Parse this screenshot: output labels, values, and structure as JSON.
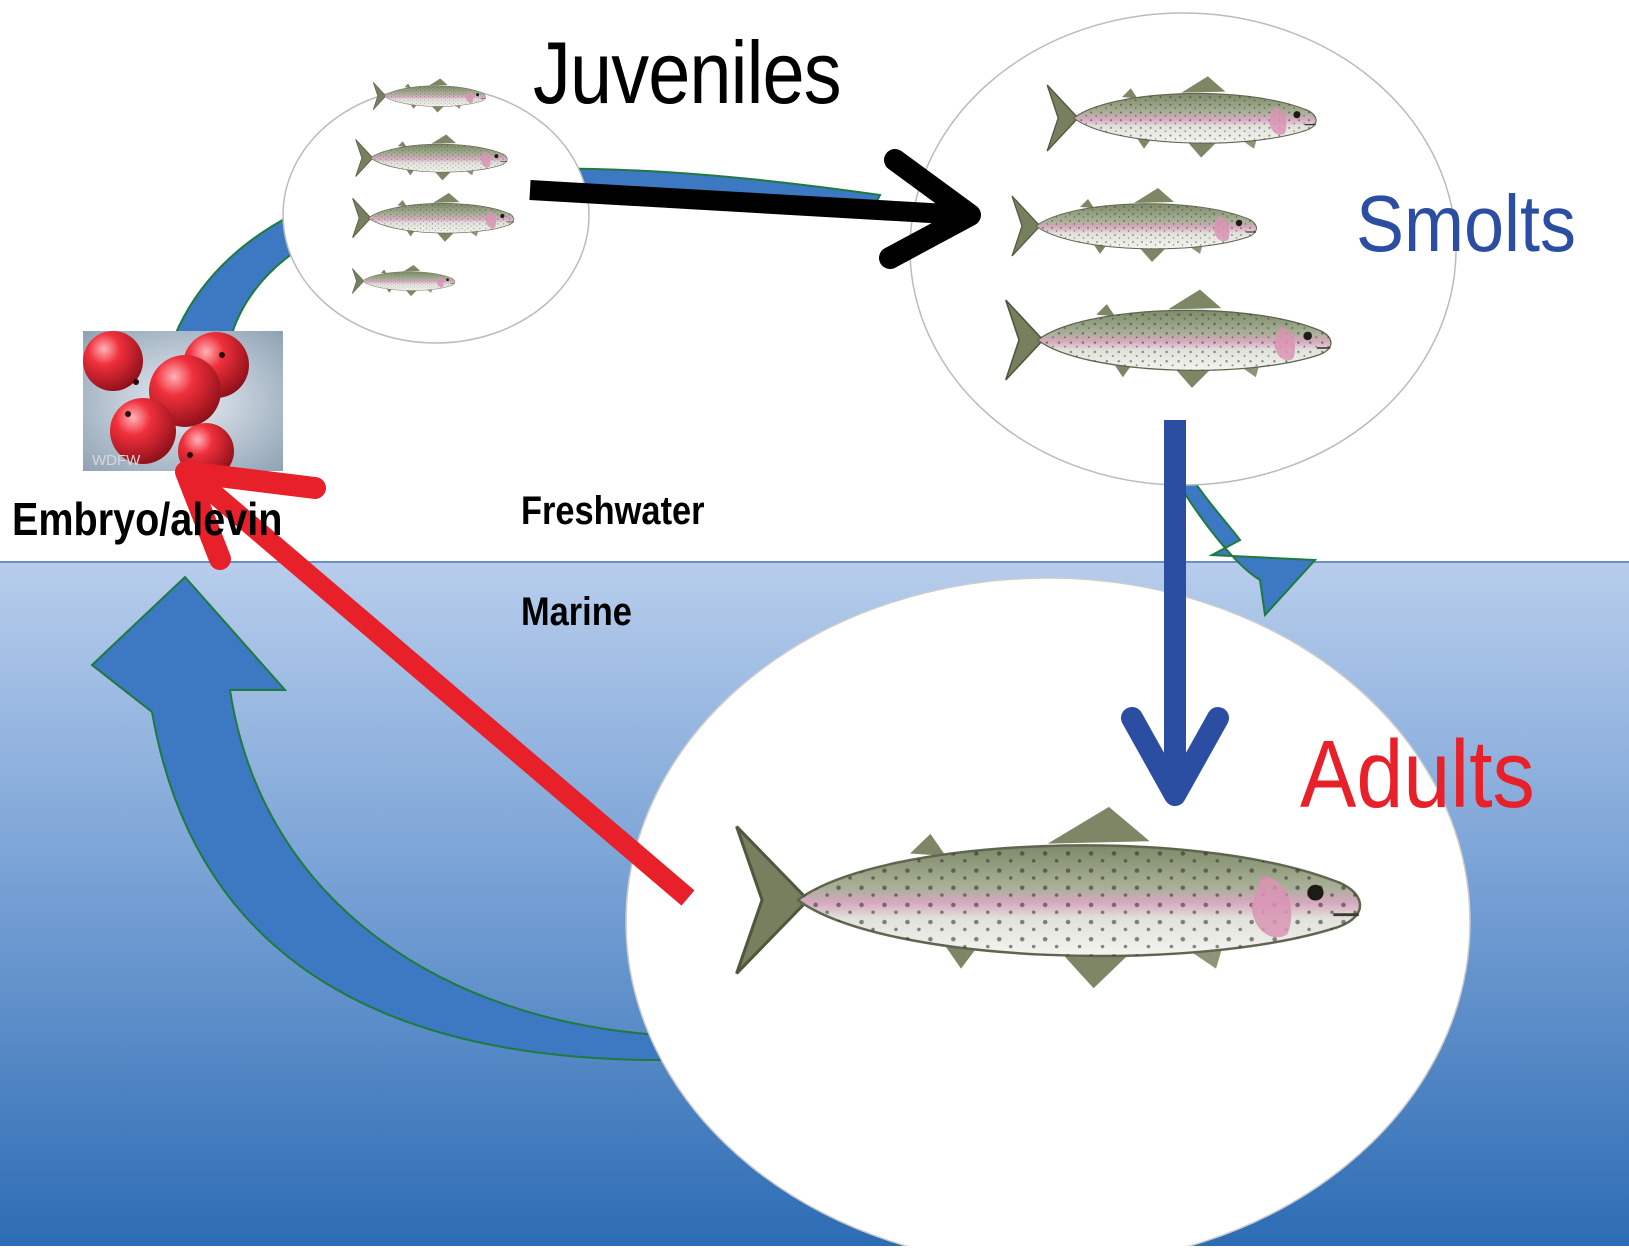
{
  "title": "",
  "stages": {
    "juveniles": "Juveniles",
    "smolts": "Smolts",
    "adults": "Adults",
    "embryo_alevin": "Embryo/alevin"
  },
  "habitats": {
    "freshwater": "Freshwater",
    "marine": "Marine"
  },
  "photo_watermark": "WDFW",
  "colors": {
    "sea_top": "#a9c4e6",
    "sea_bottom": "#2f6fb6",
    "cycle_arrow": "#3d78c2",
    "cycle_arrow_edge": "#1f7a3d",
    "juvenile_arrow": "#000000",
    "smolt_arrow": "#2b4ea3",
    "return_arrow": "#e8202a",
    "smolts_text": "#2b4ea3",
    "adults_text": "#e8202a"
  },
  "icons": [
    "trout-fish-icon",
    "salmon-egg-photo"
  ]
}
